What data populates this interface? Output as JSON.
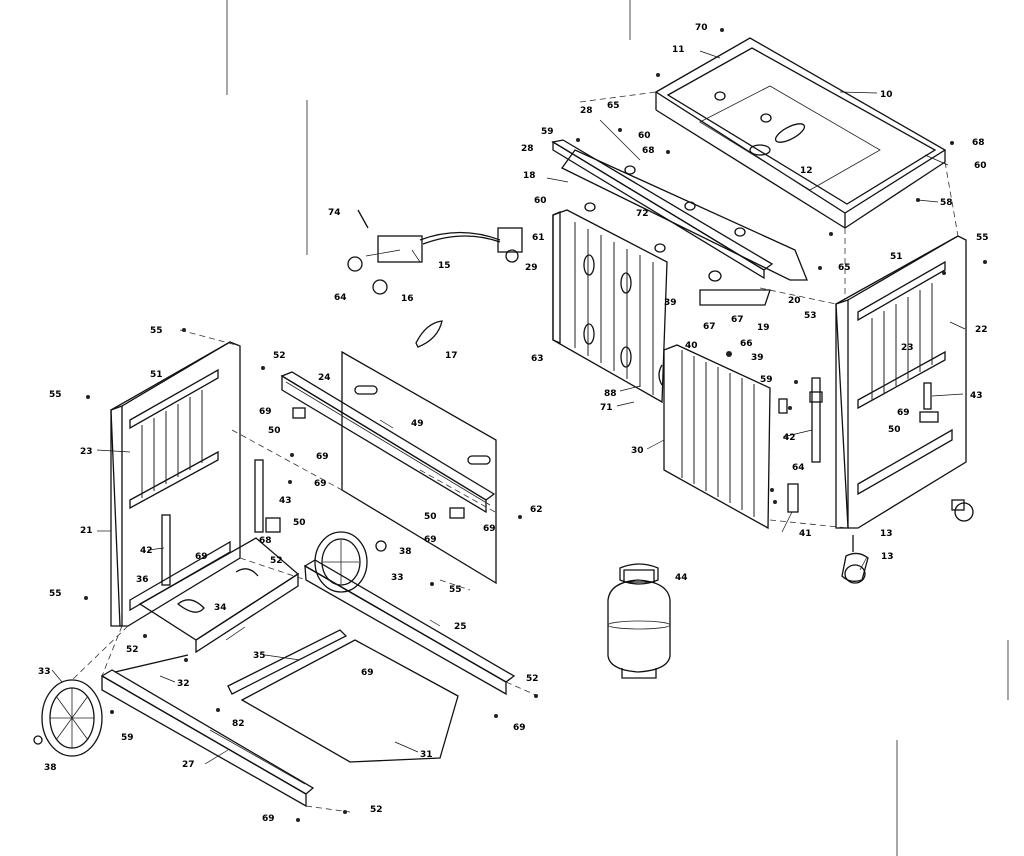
{
  "labels": [
    {
      "id": "p70a",
      "text": "70"
    },
    {
      "id": "p11",
      "text": "11"
    },
    {
      "id": "p10",
      "text": "10"
    },
    {
      "id": "p65a",
      "text": "65"
    },
    {
      "id": "p28a",
      "text": "28"
    },
    {
      "id": "p59a",
      "text": "59"
    },
    {
      "id": "p60a",
      "text": "60"
    },
    {
      "id": "p68a",
      "text": "68"
    },
    {
      "id": "p12",
      "text": "12"
    },
    {
      "id": "p68b",
      "text": "68"
    },
    {
      "id": "p60b",
      "text": "60"
    },
    {
      "id": "p28b",
      "text": "28"
    },
    {
      "id": "p18",
      "text": "18"
    },
    {
      "id": "p60c",
      "text": "60"
    },
    {
      "id": "p72",
      "text": "72"
    },
    {
      "id": "p58",
      "text": "58"
    },
    {
      "id": "p65b",
      "text": "65"
    },
    {
      "id": "p61",
      "text": "61"
    },
    {
      "id": "p29",
      "text": "29"
    },
    {
      "id": "p39a",
      "text": "39"
    },
    {
      "id": "p20",
      "text": "20"
    },
    {
      "id": "p67a",
      "text": "67"
    },
    {
      "id": "p67b",
      "text": "67"
    },
    {
      "id": "p19",
      "text": "19"
    },
    {
      "id": "p53",
      "text": "53"
    },
    {
      "id": "p51a",
      "text": "51"
    },
    {
      "id": "p55a",
      "text": "55"
    },
    {
      "id": "p22",
      "text": "22"
    },
    {
      "id": "p23a",
      "text": "23"
    },
    {
      "id": "p43a",
      "text": "43"
    },
    {
      "id": "p69a",
      "text": "69"
    },
    {
      "id": "p50a",
      "text": "50"
    },
    {
      "id": "p74",
      "text": "74"
    },
    {
      "id": "p15",
      "text": "15"
    },
    {
      "id": "p64a",
      "text": "64"
    },
    {
      "id": "p16",
      "text": "16"
    },
    {
      "id": "p17",
      "text": "17"
    },
    {
      "id": "p63",
      "text": "63"
    },
    {
      "id": "p88",
      "text": "88"
    },
    {
      "id": "p71",
      "text": "71"
    },
    {
      "id": "p40",
      "text": "40"
    },
    {
      "id": "p66",
      "text": "66"
    },
    {
      "id": "p39b",
      "text": "39"
    },
    {
      "id": "p59b",
      "text": "59"
    },
    {
      "id": "p42a",
      "text": "42"
    },
    {
      "id": "p30",
      "text": "30"
    },
    {
      "id": "p64b",
      "text": "64"
    },
    {
      "id": "p41",
      "text": "41"
    },
    {
      "id": "p13a",
      "text": "13"
    },
    {
      "id": "p13b",
      "text": "13"
    },
    {
      "id": "p44",
      "text": "44"
    },
    {
      "id": "p55b",
      "text": "55"
    },
    {
      "id": "p52a",
      "text": "52"
    },
    {
      "id": "p51b",
      "text": "51"
    },
    {
      "id": "p24",
      "text": "24"
    },
    {
      "id": "p49",
      "text": "49"
    },
    {
      "id": "p55c",
      "text": "55"
    },
    {
      "id": "p23b",
      "text": "23"
    },
    {
      "id": "p69b",
      "text": "69"
    },
    {
      "id": "p50b",
      "text": "50"
    },
    {
      "id": "p69c",
      "text": "69"
    },
    {
      "id": "p69d",
      "text": "69"
    },
    {
      "id": "p43b",
      "text": "43"
    },
    {
      "id": "p21",
      "text": "21"
    },
    {
      "id": "p50c",
      "text": "50"
    },
    {
      "id": "p68c",
      "text": "68"
    },
    {
      "id": "p42b",
      "text": "42"
    },
    {
      "id": "p69e",
      "text": "69"
    },
    {
      "id": "p52b",
      "text": "52"
    },
    {
      "id": "p50d",
      "text": "50"
    },
    {
      "id": "p69f",
      "text": "69"
    },
    {
      "id": "p69g",
      "text": "69"
    },
    {
      "id": "p62",
      "text": "62"
    },
    {
      "id": "p38a",
      "text": "38"
    },
    {
      "id": "p36",
      "text": "36"
    },
    {
      "id": "p34",
      "text": "34"
    },
    {
      "id": "p33a",
      "text": "33"
    },
    {
      "id": "p55d",
      "text": "55"
    },
    {
      "id": "p55e",
      "text": "55"
    },
    {
      "id": "p25",
      "text": "25"
    },
    {
      "id": "p52c",
      "text": "52"
    },
    {
      "id": "p35",
      "text": "35"
    },
    {
      "id": "p69h",
      "text": "69"
    },
    {
      "id": "p32",
      "text": "32"
    },
    {
      "id": "p33b",
      "text": "33"
    },
    {
      "id": "p52d",
      "text": "52"
    },
    {
      "id": "p59c",
      "text": "59"
    },
    {
      "id": "p69i",
      "text": "69"
    },
    {
      "id": "p38b",
      "text": "38"
    },
    {
      "id": "p82",
      "text": "82"
    },
    {
      "id": "p27",
      "text": "27"
    },
    {
      "id": "p31",
      "text": "31"
    },
    {
      "id": "p69j",
      "text": "69"
    },
    {
      "id": "p52e",
      "text": "52"
    }
  ]
}
